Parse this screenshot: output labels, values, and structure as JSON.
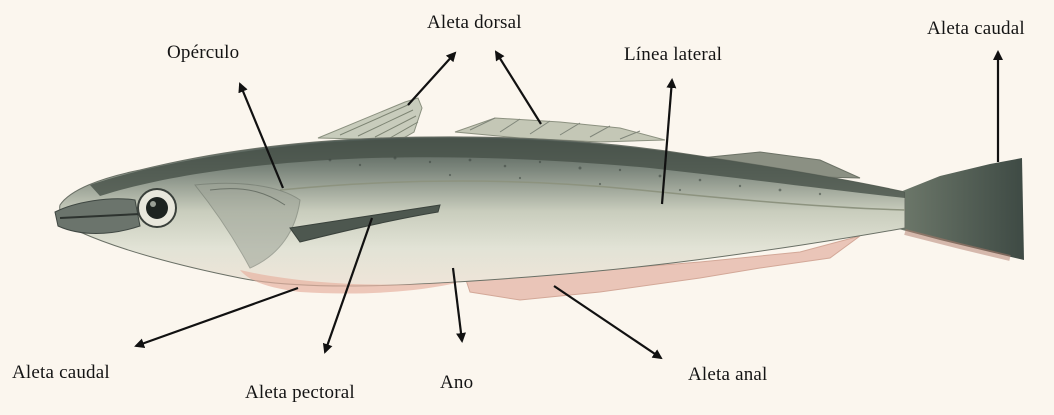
{
  "labels": {
    "operculo": "Opérculo",
    "aleta_dorsal": "Aleta dorsal",
    "linea_lateral": "Línea lateral",
    "aleta_caudal_top": "Aleta caudal",
    "aleta_caudal_left": "Aleta caudal",
    "aleta_pectoral": "Aleta pectoral",
    "ano": "Ano",
    "aleta_anal": "Aleta anal"
  },
  "colors": {
    "background": "#fbf6ee",
    "body_light": "#d8dccd",
    "body_mid": "#a9b09e",
    "back_dark": "#4f5a52",
    "fin_pink": "#e7b3a3",
    "arrow": "#111111"
  }
}
